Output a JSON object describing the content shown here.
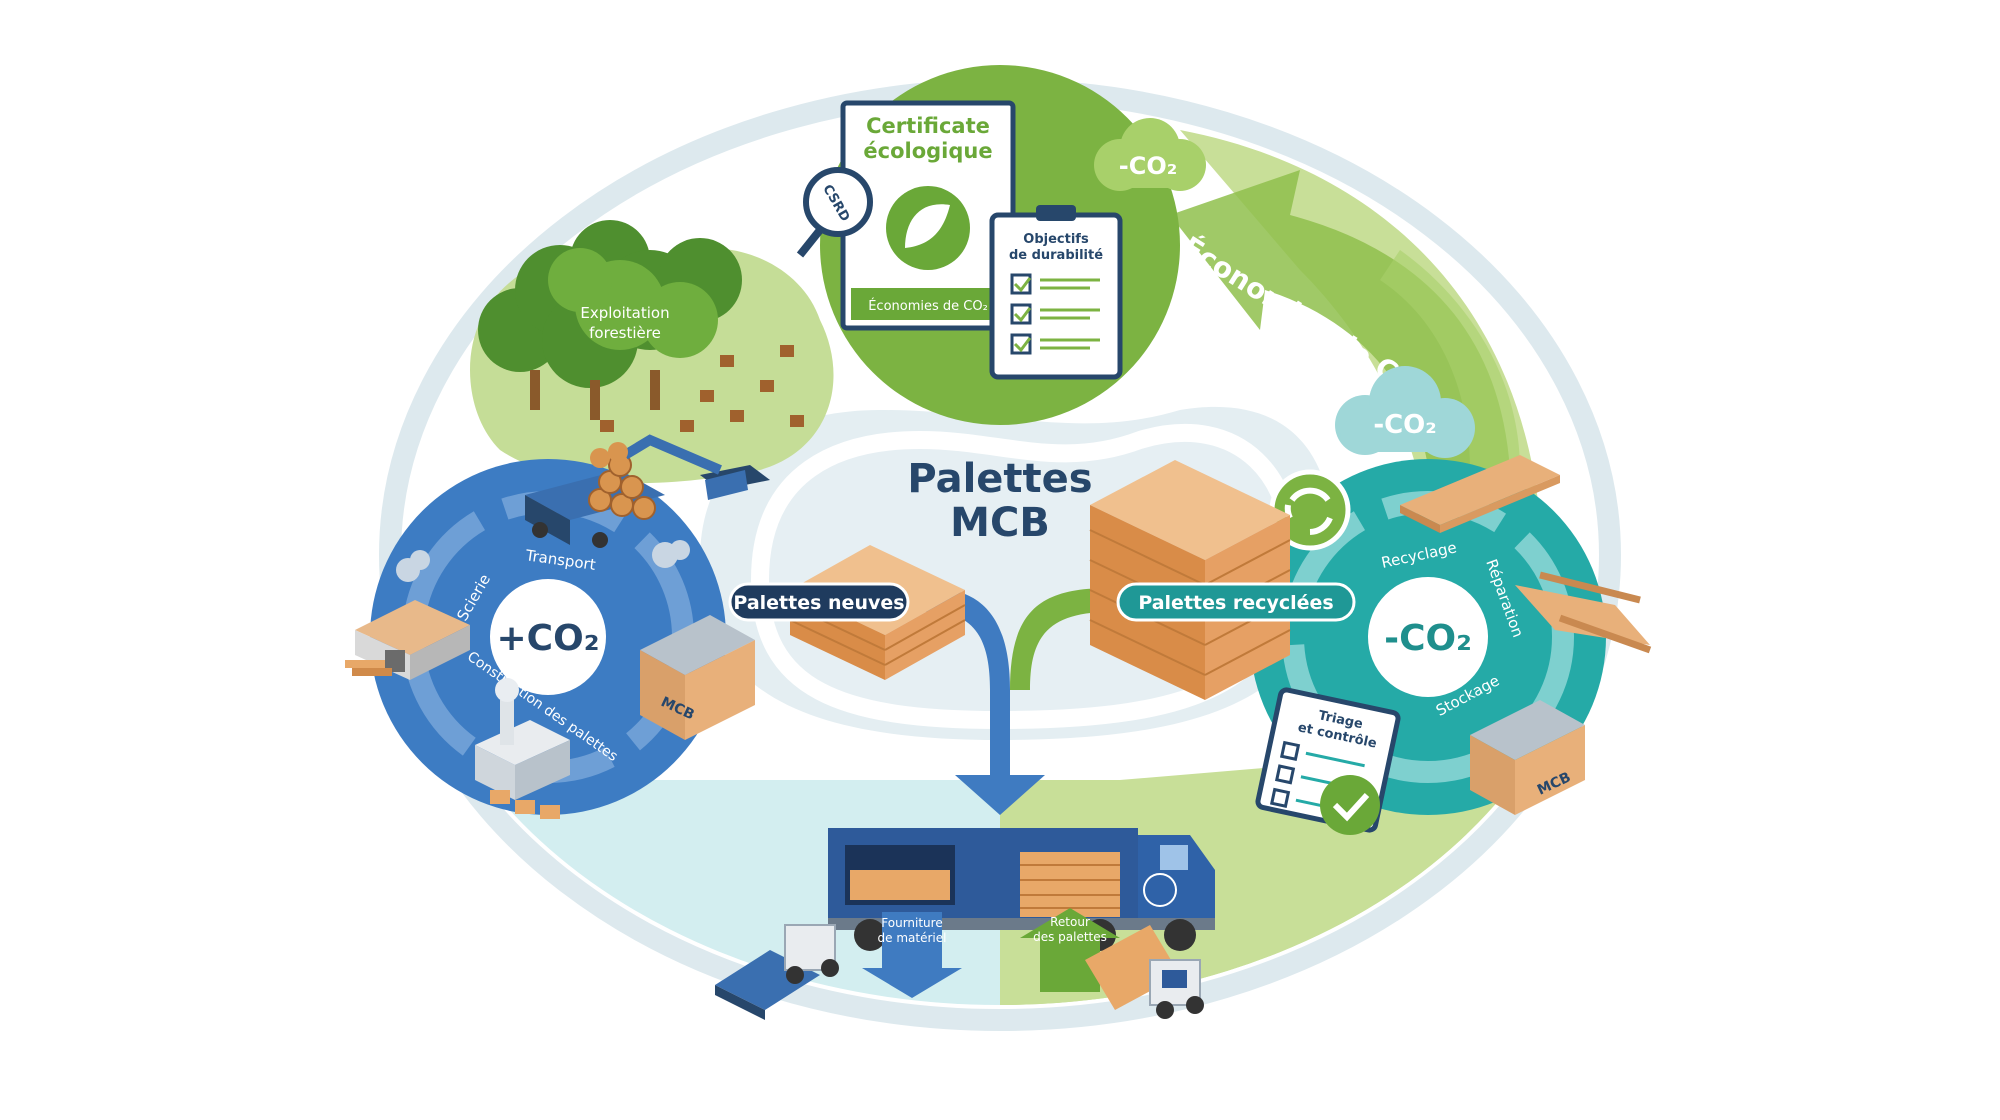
{
  "title": {
    "line1": "Palettes",
    "line2": "MCB"
  },
  "certificate": {
    "title_line1": "Certificate",
    "title_line2": "écologique",
    "footer": "Économies de CO₂",
    "magnifier_label": "CSRD"
  },
  "clipboard_goals": {
    "line1": "Objectifs",
    "line2": "de durabilité"
  },
  "forest": {
    "line1": "Exploitation",
    "line2": "forestière"
  },
  "cloud_top": "-CO₂",
  "cloud_right": "-CO₂",
  "savings_arrow_label": "Économies de CO₂",
  "left_cycle": {
    "center": "+CO₂",
    "transport": "Transport",
    "scierie": "Scierie",
    "construction": "Construction des palettes"
  },
  "right_cycle": {
    "center": "-CO₂",
    "recyclage": "Recyclage",
    "reparation": "Réparation",
    "stockage": "Stockage"
  },
  "pills": {
    "new": "Palettes neuves",
    "recycled": "Palettes recyclées"
  },
  "triage": {
    "line1": "Triage",
    "line2": "et contrôle"
  },
  "supply_arrow": {
    "line1": "Fourniture",
    "line2": "de matériel"
  },
  "return_arrow": {
    "line1": "Retour",
    "line2": "des palettes"
  },
  "building_label": "MCB",
  "colors": {
    "navy": "#27476b",
    "blue": "#3f7bc1",
    "teal": "#1fa7a5",
    "green": "#7cb342",
    "light_green": "#c5dd97",
    "wood": "#e8a868"
  }
}
